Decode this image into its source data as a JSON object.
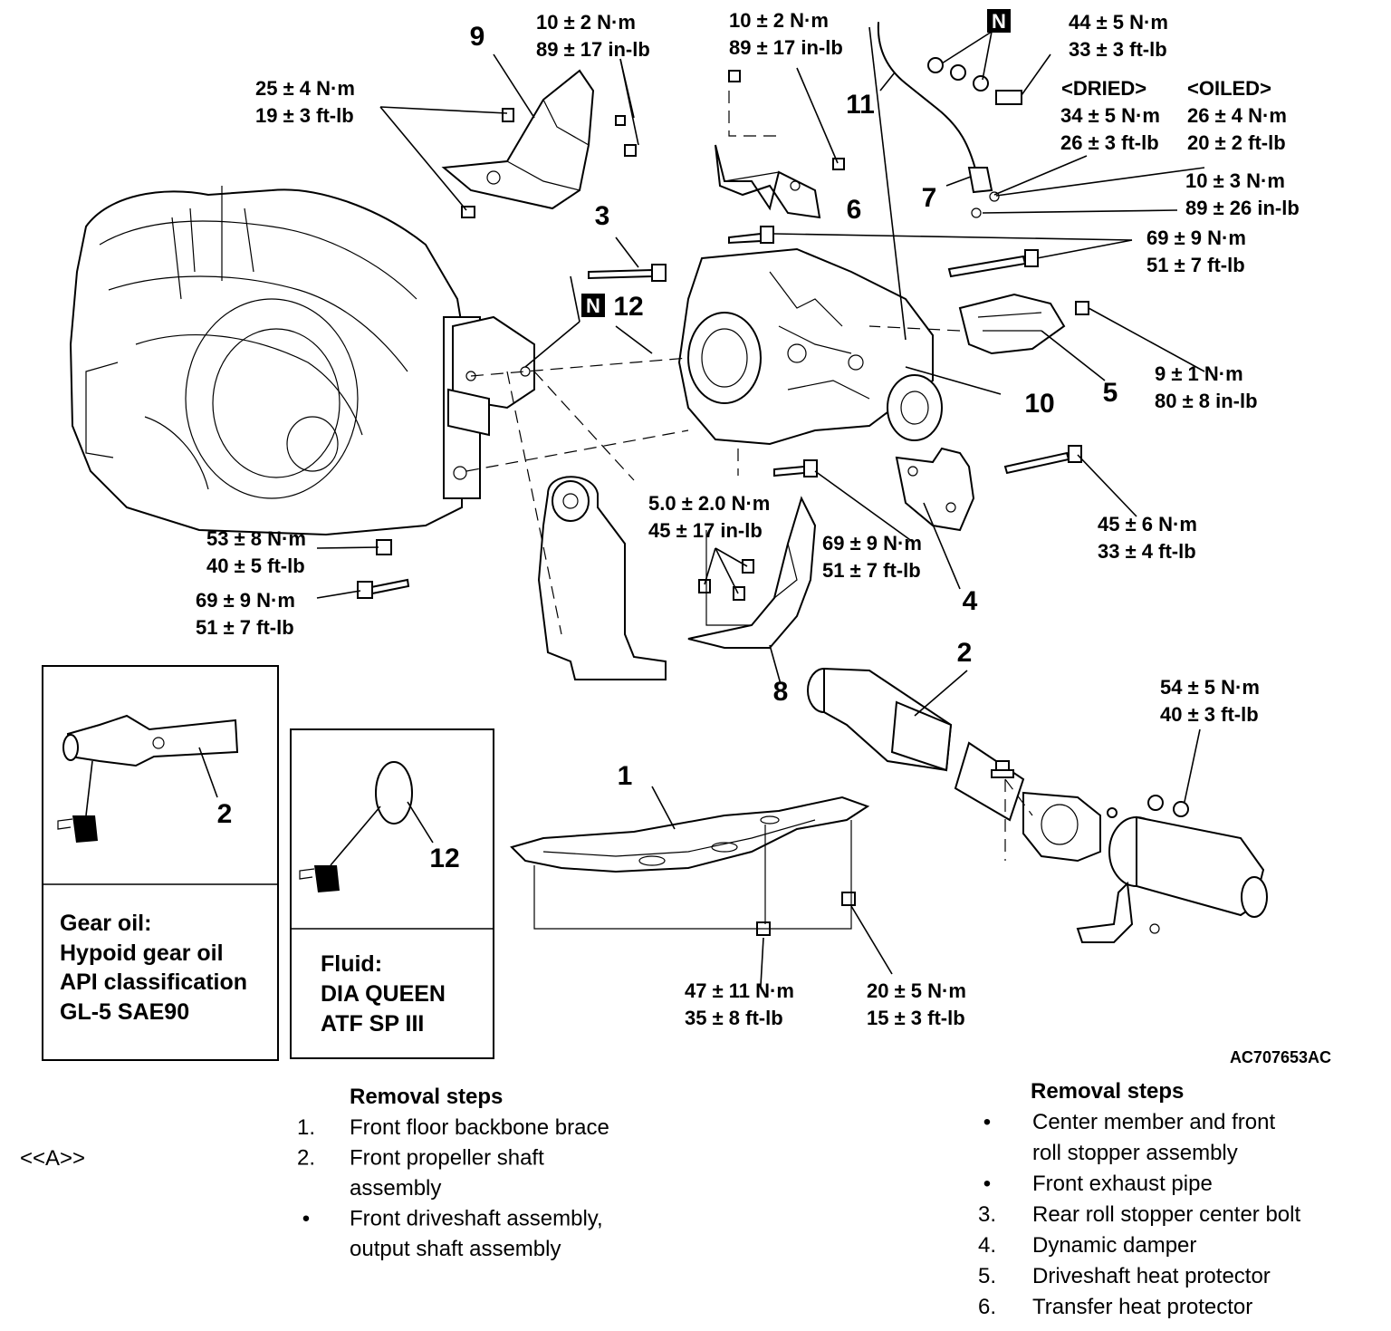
{
  "torques": {
    "t_shield_top": [
      "10 ± 2 N·m",
      "89 ± 17 in-lb"
    ],
    "t_shield_left": [
      "25 ± 4 N·m",
      "19 ± 3 ft-lb"
    ],
    "t_bracket6": [
      "10 ± 2 N·m",
      "89 ± 17 in-lb"
    ],
    "t_hose_top": [
      "44 ± 5 N·m",
      "33 ± 3 ft-lb"
    ],
    "t_dried_head": "<DRIED>",
    "t_oiled_head": "<OILED>",
    "t_dried": [
      "34 ± 5 N·m",
      "26 ± 3 ft-lb"
    ],
    "t_oiled": [
      "26 ± 4 N·m",
      "20 ± 2 ft-lb"
    ],
    "t_hose_bolt": [
      "10 ± 3 N·m",
      "89 ± 26 in-lb"
    ],
    "t_transfer_top": [
      "69 ± 9 N·m",
      "51 ± 7 ft-lb"
    ],
    "t_protector5": [
      "9 ± 1 N·m",
      "80 ± 8 in-lb"
    ],
    "t_mid_small": [
      "5.0 ± 2.0 N·m",
      "45 ± 17 in-lb"
    ],
    "t_transfer_low": [
      "69 ± 9 N·m",
      "51 ± 7 ft-lb"
    ],
    "t_damper": [
      "45 ± 6 N·m",
      "33 ± 4 ft-lb"
    ],
    "t_trans_left1": [
      "53 ± 8 N·m",
      "40 ± 5 ft-lb"
    ],
    "t_trans_left2": [
      "69 ± 9 N·m",
      "51 ± 7 ft-lb"
    ],
    "t_prop_flange": [
      "54 ± 5 N·m",
      "40 ± 3 ft-lb"
    ],
    "t_brace1": [
      "47 ± 11 N·m",
      "35 ± 8 ft-lb"
    ],
    "t_brace2": [
      "20 ± 5 N·m",
      "15 ± 3 ft-lb"
    ]
  },
  "callouts": {
    "n1": "1",
    "n2": "2",
    "n2b": "2",
    "n3": "3",
    "n4": "4",
    "n5": "5",
    "n6": "6",
    "n7": "7",
    "n8": "8",
    "n9": "9",
    "n10": "10",
    "n11": "11",
    "n12": "12",
    "n12b": "12"
  },
  "badges": {
    "n_badge_top": "N",
    "n_badge_mid": "N"
  },
  "boxes": {
    "gear_oil": [
      "Gear oil:",
      "Hypoid gear oil",
      "API classification",
      "GL-5 SAE90"
    ],
    "fluid": [
      "Fluid:",
      "DIA QUEEN",
      "ATF SP III"
    ]
  },
  "figure_code": "AC707653AC",
  "removal_left": {
    "heading": "Removal steps",
    "marker": "<<A>>",
    "items": [
      {
        "bullet": "1.",
        "lines": [
          "Front floor backbone brace"
        ]
      },
      {
        "bullet": "2.",
        "lines": [
          "Front propeller shaft",
          "assembly"
        ]
      },
      {
        "bullet": "•",
        "lines": [
          "Front driveshaft assembly,",
          "output shaft assembly"
        ]
      }
    ]
  },
  "removal_right": {
    "heading": "Removal steps",
    "items": [
      {
        "bullet": "•",
        "lines": [
          "Center member and front",
          "roll stopper assembly"
        ]
      },
      {
        "bullet": "•",
        "lines": [
          "Front exhaust pipe"
        ]
      },
      {
        "bullet": "3.",
        "lines": [
          "Rear roll stopper center bolt"
        ]
      },
      {
        "bullet": "4.",
        "lines": [
          "Dynamic damper"
        ]
      },
      {
        "bullet": "5.",
        "lines": [
          "Driveshaft heat protector"
        ]
      },
      {
        "bullet": "6.",
        "lines": [
          "Transfer heat protector"
        ]
      }
    ]
  }
}
